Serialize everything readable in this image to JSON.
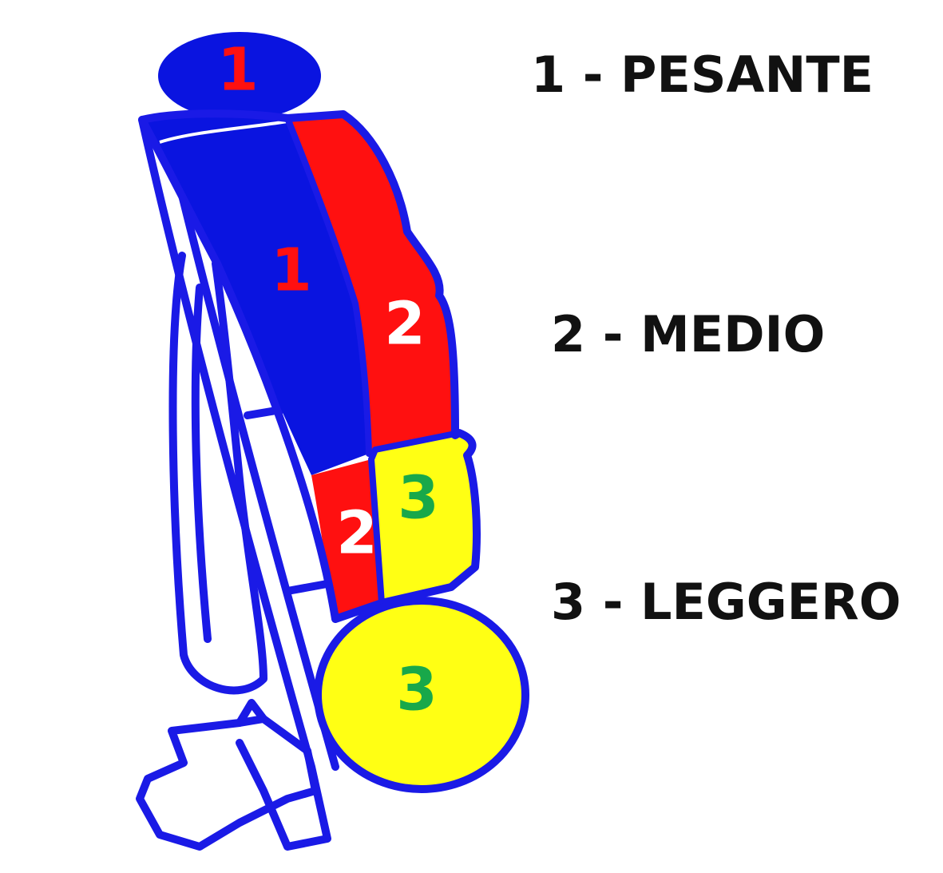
{
  "colors": {
    "outline": "#1a1ae6",
    "heavy": "#0a14e0",
    "medium": "#ff1010",
    "light": "#ffff14",
    "label_red": "#ff1010",
    "label_white": "#ffffff",
    "label_green": "#18a84a",
    "legend_text": "#111111"
  },
  "zones": {
    "top_bag": "1",
    "back_heavy": "1",
    "mid_medium": "2",
    "low_medium": "2",
    "low_light": "3",
    "bottom_bag": "3"
  },
  "legend": {
    "heavy": "1 - PESANTE",
    "medium": "2 - MEDIO",
    "light": "3 - LEGGERO"
  }
}
